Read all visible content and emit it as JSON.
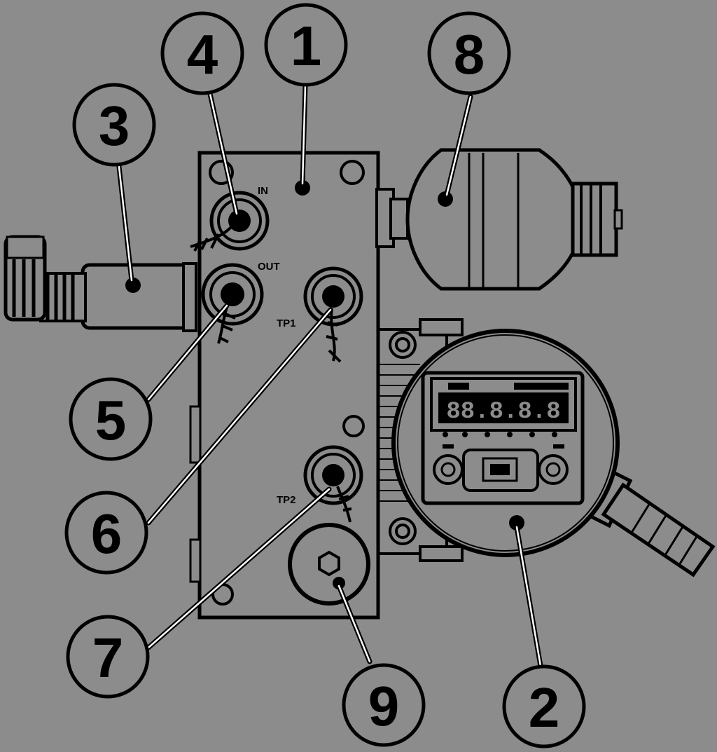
{
  "diagram": {
    "background_color": "#8c8c8c",
    "ink_color": "#000000",
    "part_fill": "#8c8c8c",
    "port_labels": {
      "in": "IN",
      "out": "OUT",
      "tp1": "TP1",
      "tp2": "TP2"
    },
    "callouts": [
      "1",
      "2",
      "3",
      "4",
      "5",
      "6",
      "7",
      "8",
      "9"
    ],
    "display_digits": "88.8.8.8"
  }
}
